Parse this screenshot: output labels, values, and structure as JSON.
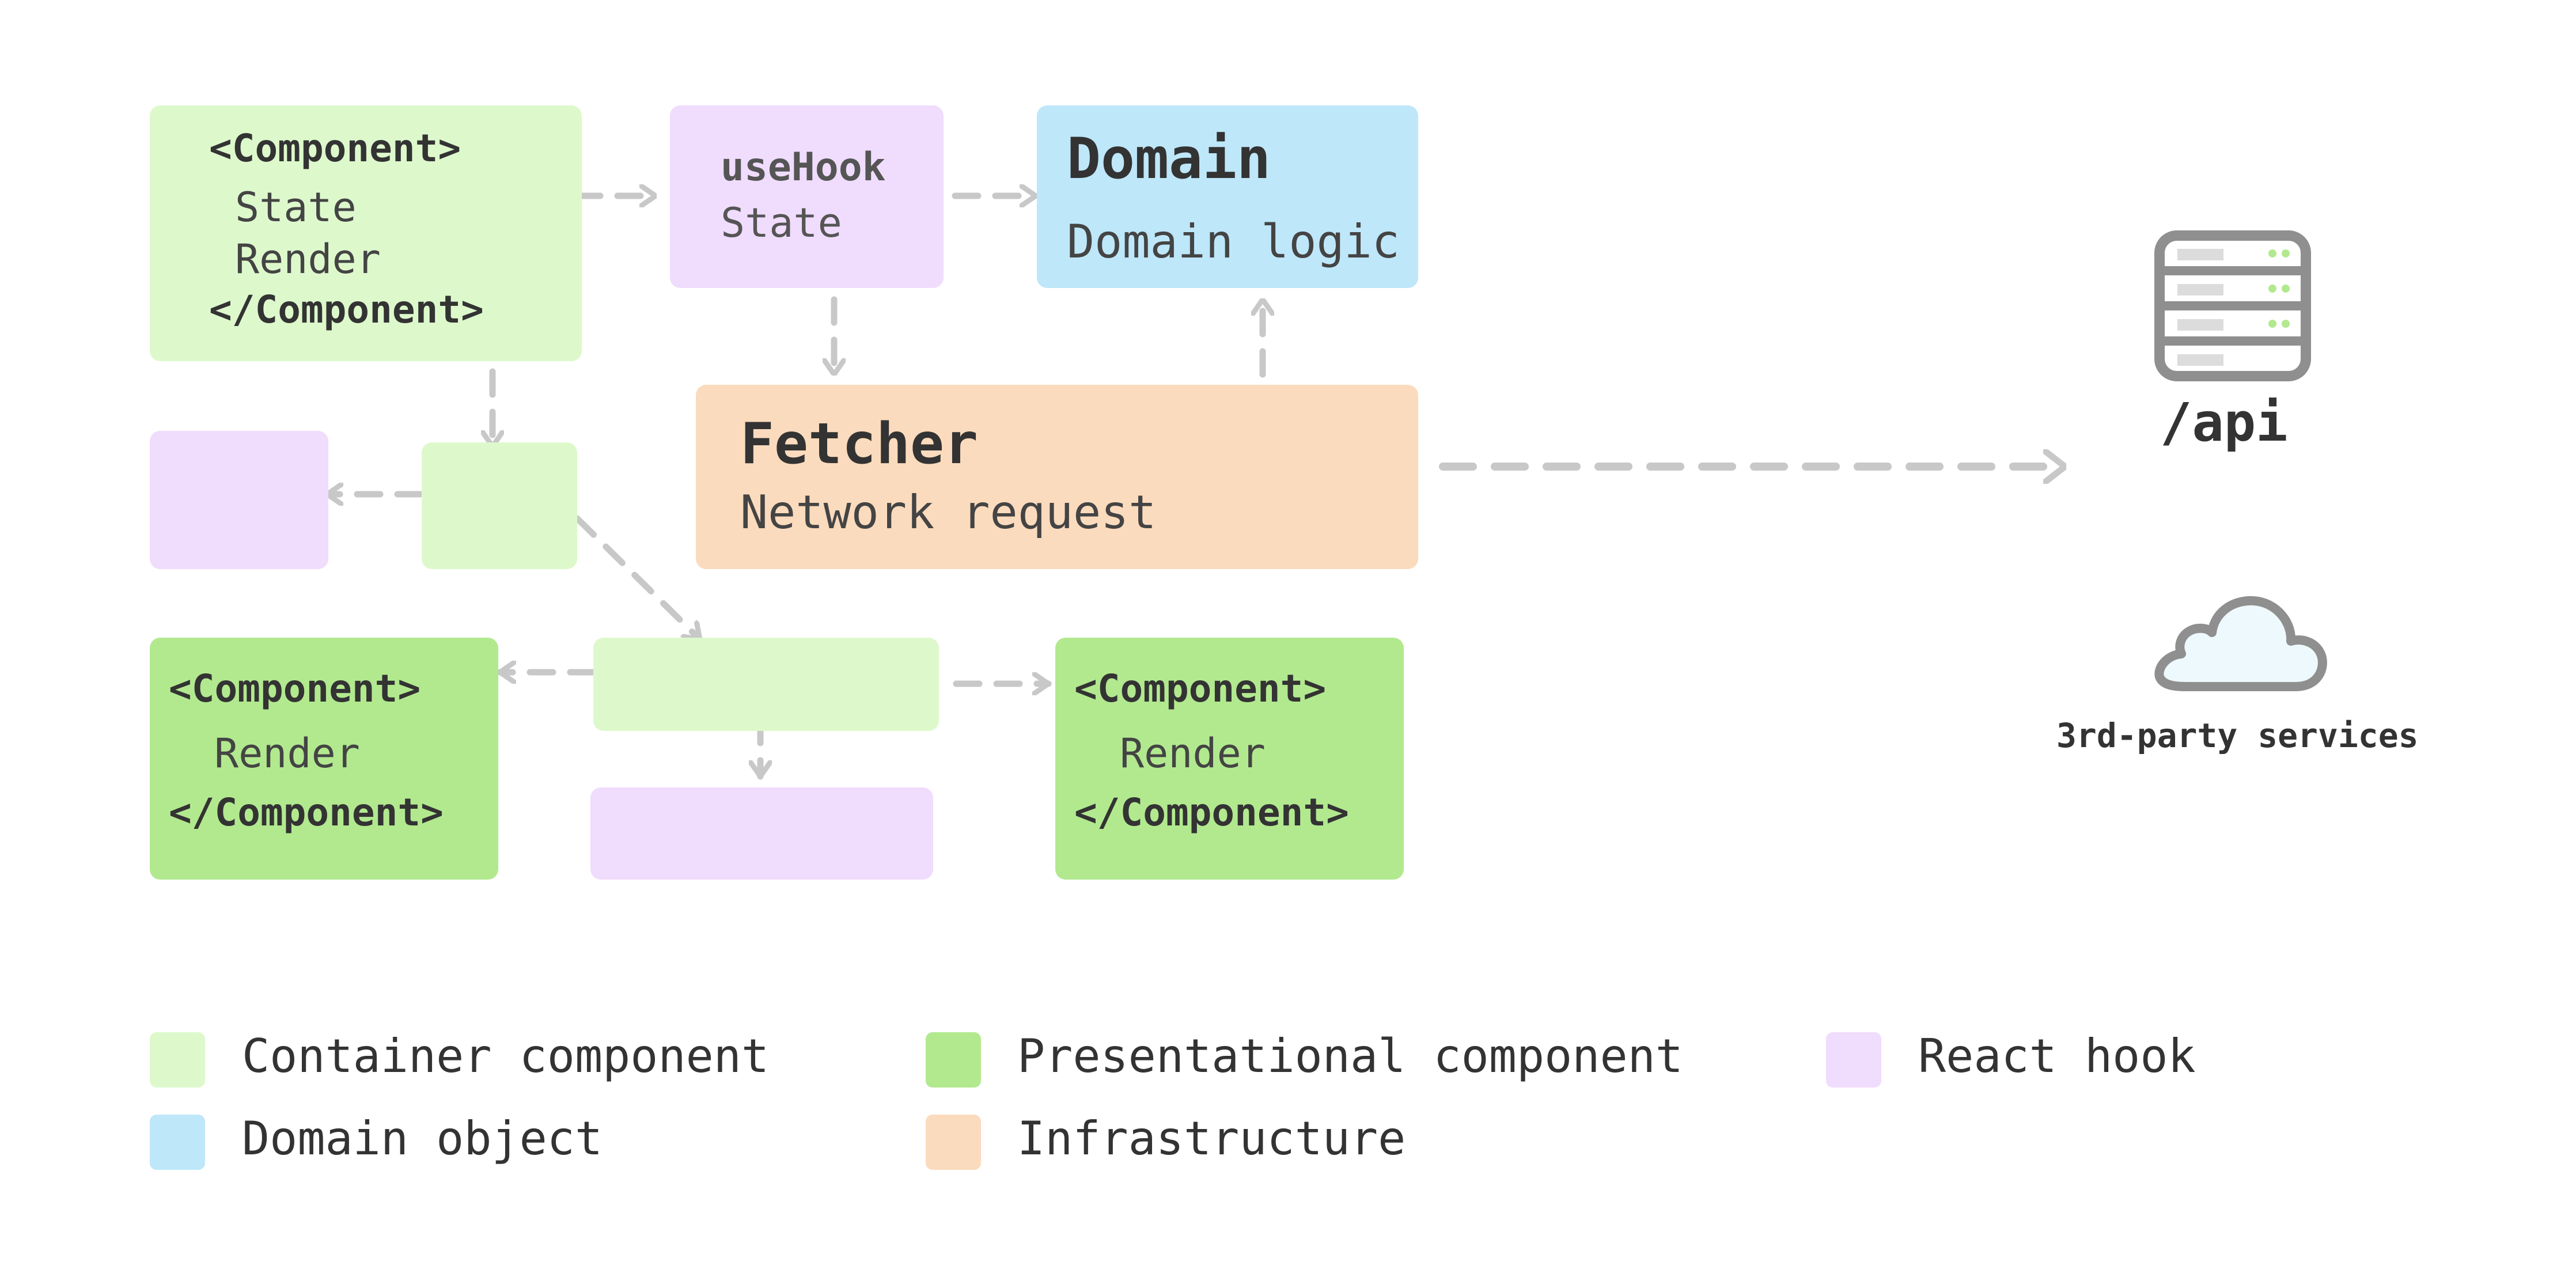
{
  "boxes": {
    "component_top": {
      "open_tag": "<Component>",
      "line1": "State",
      "line2": "Render",
      "close_tag": "</Component>"
    },
    "usehook": {
      "title": "useHook",
      "subtitle": "State"
    },
    "domain": {
      "title": "Domain",
      "subtitle": "Domain logic"
    },
    "fetcher": {
      "title": "Fetcher",
      "subtitle": "Network request"
    },
    "component_left": {
      "open_tag": "<Component>",
      "line1": "Render",
      "close_tag": "</Component>"
    },
    "component_right": {
      "open_tag": "<Component>",
      "line1": "Render",
      "close_tag": "</Component>"
    }
  },
  "external": {
    "api_label": "/api",
    "services_label": "3rd-party services",
    "api_icon": "server-icon",
    "services_icon": "cloud-icon"
  },
  "legend": [
    {
      "label": "Container component",
      "color": "#ddf9cc"
    },
    {
      "label": "Presentational component",
      "color": "#b2e98f"
    },
    {
      "label": "React hook",
      "color": "#f0dcfd"
    },
    {
      "label": "Domain object",
      "color": "#bee7f9"
    },
    {
      "label": "Infrastructure",
      "color": "#fbdbbd"
    }
  ],
  "colors": {
    "arrow": "#c8c8c8",
    "icon_stroke": "#8f8f8f"
  }
}
